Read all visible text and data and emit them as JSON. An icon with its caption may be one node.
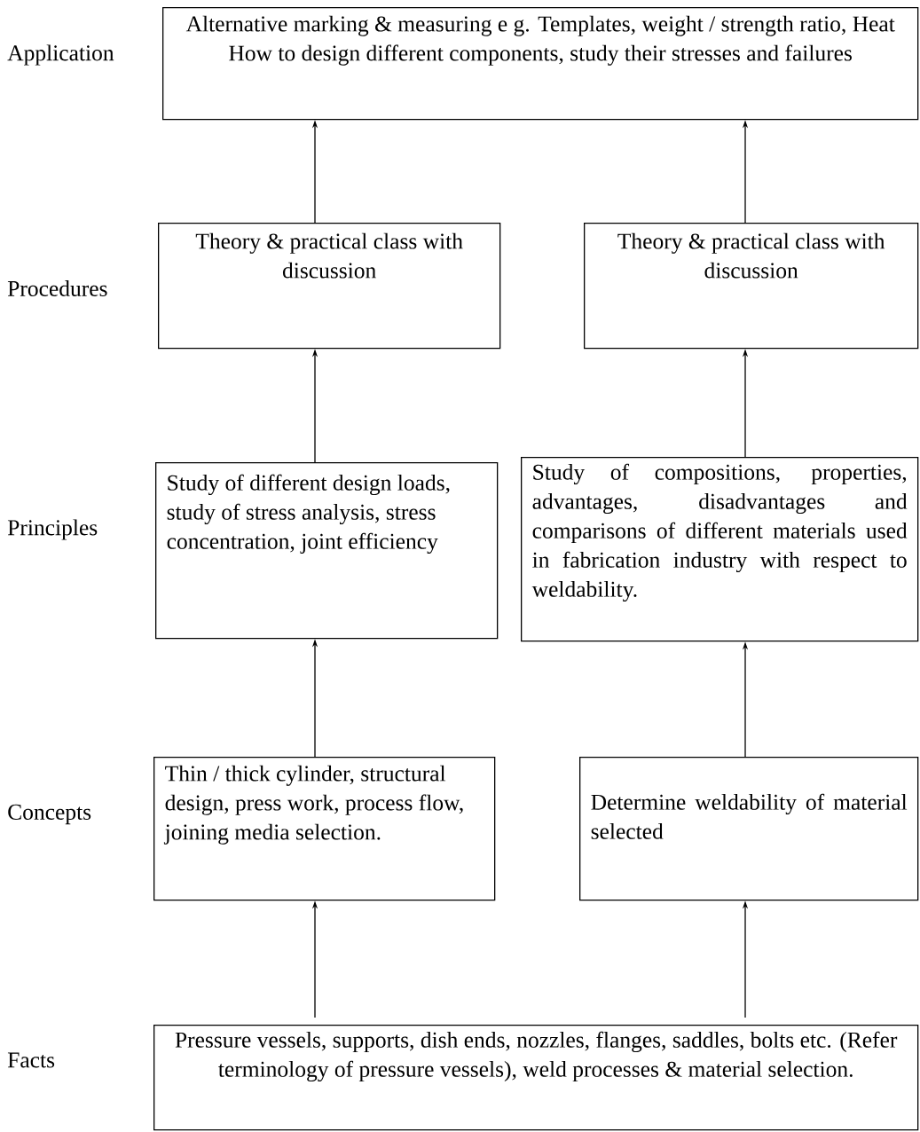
{
  "diagram": {
    "nodes": [
      {
        "text": [
          "Alternative marking & measuring e g. Templates, weight / strength ratio, Heat How to design different components, study their stresses and failures"
        ]
      },
      {
        "text": [
          "Theory & practical class with discussion"
        ]
      },
      {
        "text": [
          "Theory & practical class with discussion"
        ]
      },
      {
        "text": [
          "Study of different design loads, study of stress analysis, stress concentration, joint efficiency"
        ]
      },
      {
        "text": [
          "Study of compositions, properties, advantages, disadvantages and comparisons of different materials used in fabrication industry with respect to weldability."
        ]
      },
      {
        "text": [
          "Thin / thick cylinder, structural design, press work, process flow, joining media selection."
        ]
      },
      {
        "text": [
          "Determine weldability of material selected"
        ]
      },
      {
        "text": [
          "Pressure vessels, supports, dish ends, nozzles, flanges, saddles, bolts etc. (Refer terminology of pressure vessels), weld processes & material selection."
        ]
      }
    ],
    "edges": [
      {
        "from": 7,
        "to": 5,
        "arrow": "to"
      },
      {
        "from": 7,
        "to": 6,
        "arrow": "to"
      },
      {
        "from": 5,
        "to": 3,
        "arrow": "to"
      },
      {
        "from": 6,
        "to": 4,
        "arrow": "to"
      },
      {
        "from": 3,
        "to": 1,
        "arrow": "to"
      },
      {
        "from": 4,
        "to": 2,
        "arrow": "to"
      },
      {
        "from": 1,
        "to": 0,
        "arrow": "to"
      },
      {
        "from": 2,
        "to": 0,
        "arrow": "to"
      }
    ],
    "labels": [
      "Application",
      "Procedures",
      "Principles",
      "Concepts",
      "Facts"
    ]
  }
}
